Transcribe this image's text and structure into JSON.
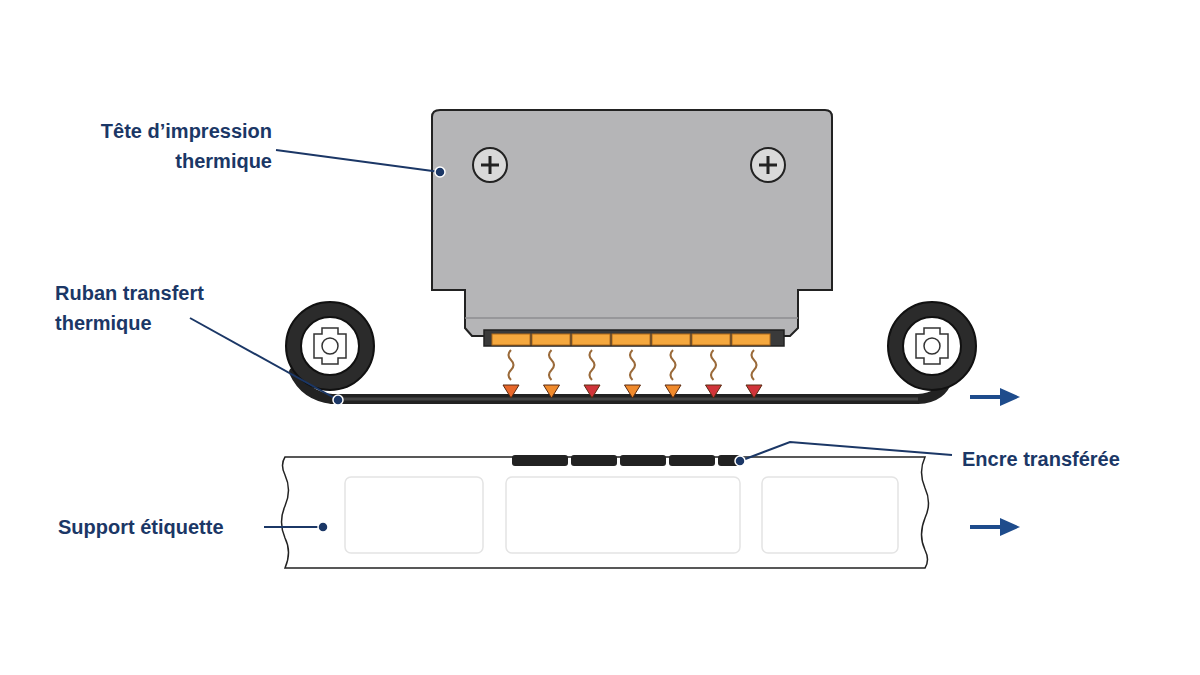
{
  "diagram": {
    "labels": [
      "Tête d’impression thermique",
      "Ruban transfert thermique",
      "Encre transférée",
      "Support étiquette"
    ]
  }
}
